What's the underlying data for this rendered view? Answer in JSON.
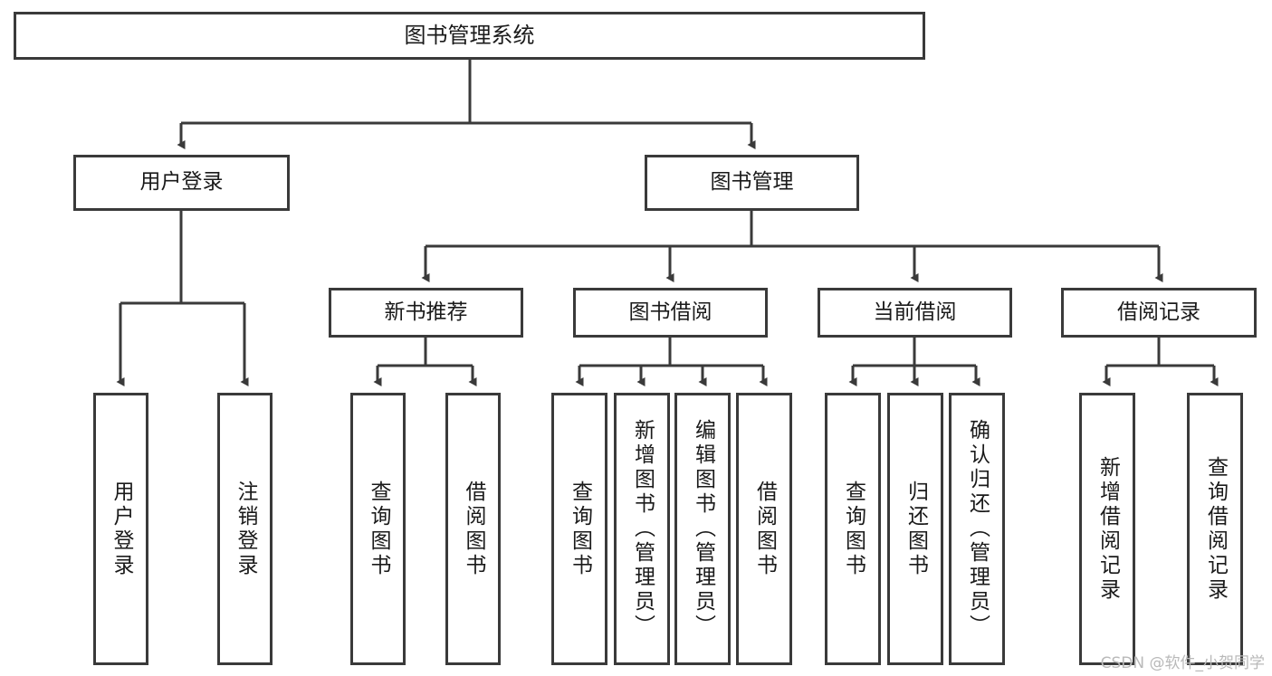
{
  "diagram": {
    "title": "图书管理系统",
    "watermark": "CSDN @软件_小贺同学",
    "colors": {
      "stroke": "#3a3a3a",
      "background": "#ffffff",
      "text": "#1a1a1a",
      "watermark": "#b9b9b9"
    },
    "level1": {
      "root": {
        "label": "图书管理系统"
      }
    },
    "level2": [
      {
        "label": "用户登录"
      },
      {
        "label": "图书管理"
      }
    ],
    "level3": [
      {
        "label": "新书推荐"
      },
      {
        "label": "图书借阅"
      },
      {
        "label": "当前借阅"
      },
      {
        "label": "借阅记录"
      }
    ],
    "leaves": {
      "user_login": [
        {
          "label": "用户登录"
        },
        {
          "label": "注销登录"
        }
      ],
      "new_book_recommend": [
        {
          "label": "查询图书"
        },
        {
          "label": "借阅图书"
        }
      ],
      "book_borrow": [
        {
          "label": "查询图书"
        },
        {
          "label": "新增图书（管理员）"
        },
        {
          "label": "编辑图书（管理员）"
        },
        {
          "label": "借阅图书"
        }
      ],
      "current_borrow": [
        {
          "label": "查询图书"
        },
        {
          "label": "归还图书"
        },
        {
          "label": "确认归还（管理员）"
        }
      ],
      "borrow_record": [
        {
          "label": "新增借阅记录"
        },
        {
          "label": "查询借阅记录"
        }
      ]
    }
  }
}
